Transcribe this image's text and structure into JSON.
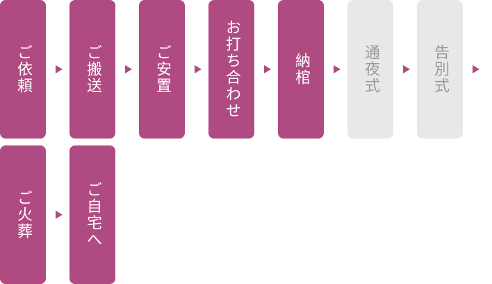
{
  "colors": {
    "active": "#b04a83",
    "inactive_bg": "#e8e8e8",
    "inactive_text": "#9a9a9a",
    "arrow": "#b04a83"
  },
  "steps": [
    {
      "label": "ご依頼",
      "state": "active"
    },
    {
      "label": "ご搬送",
      "state": "active"
    },
    {
      "label": "ご安置",
      "state": "active"
    },
    {
      "label": "お打ち合わせ",
      "state": "active"
    },
    {
      "label": "納棺",
      "state": "active"
    },
    {
      "label": "通夜式",
      "state": "inactive"
    },
    {
      "label": "告別式",
      "state": "inactive"
    },
    {
      "label": "ご火葬",
      "state": "active"
    },
    {
      "label": "ご自宅へ",
      "state": "active"
    }
  ]
}
